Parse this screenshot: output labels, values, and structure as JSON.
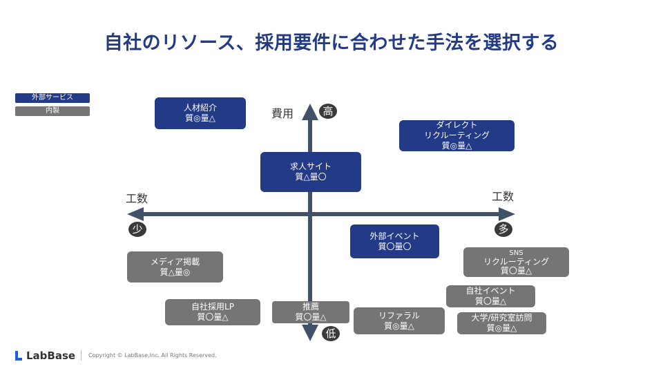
{
  "title": "自社のリソース、採用要件に合わせた手法を選択する",
  "legend": {
    "external": {
      "label": "外部サービス",
      "color": "#233a87"
    },
    "internal": {
      "label": "内製",
      "color": "#757575"
    }
  },
  "axes": {
    "vertical": {
      "label": "費用",
      "high": "高",
      "low": "低"
    },
    "horizontal": {
      "label_left": "工数",
      "label_right": "工数",
      "left": "少",
      "right": "多"
    }
  },
  "nodes": [
    {
      "id": "jinzai",
      "type": "external",
      "lines": [
        "人材紹介",
        "質◎量△"
      ]
    },
    {
      "id": "direct",
      "type": "external",
      "lines": [
        "ダイレクト",
        "リクルーティング",
        "質◎量△"
      ]
    },
    {
      "id": "kyujin",
      "type": "external",
      "lines": [
        "求人サイト",
        "質△量〇"
      ]
    },
    {
      "id": "gaibu-event",
      "type": "external",
      "lines": [
        "外部イベント",
        "質〇量〇"
      ]
    },
    {
      "id": "media",
      "type": "internal",
      "lines": [
        "メディア掲載",
        "質△量◎"
      ]
    },
    {
      "id": "sns",
      "type": "internal",
      "lines": [
        "SNS",
        "リクルーティング",
        "質〇量△"
      ]
    },
    {
      "id": "jisha-event",
      "type": "internal",
      "lines": [
        "自社イベント",
        "質〇量△"
      ]
    },
    {
      "id": "jisha-lp",
      "type": "internal",
      "lines": [
        "自社採用LP",
        "質〇量△"
      ]
    },
    {
      "id": "suisen",
      "type": "internal",
      "lines": [
        "推薦",
        "質〇量△"
      ]
    },
    {
      "id": "referral",
      "type": "internal",
      "lines": [
        "リファラル",
        "質◎量△"
      ]
    },
    {
      "id": "daigaku",
      "type": "internal",
      "lines": [
        "大学/研究室訪問",
        "質◎量△"
      ]
    }
  ],
  "footer": {
    "logo": "LabBase",
    "copyright": "Copyright ©  LabBase,Inc. All Rights Reserved."
  }
}
